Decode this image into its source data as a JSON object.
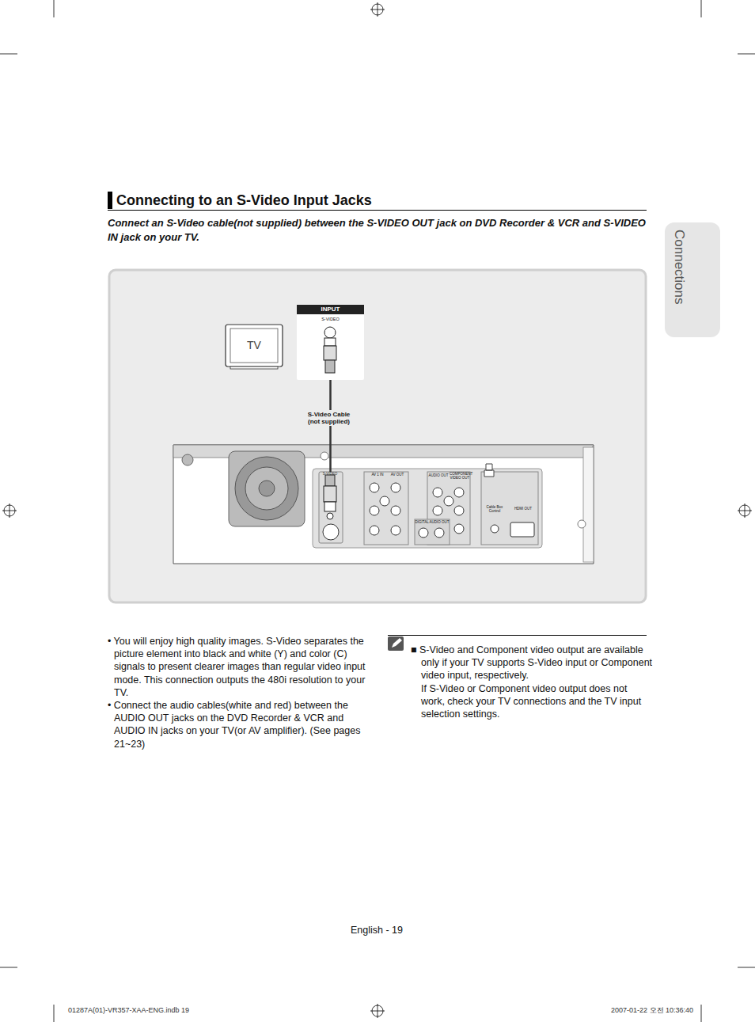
{
  "diagram": {
    "title": "Connecting to an S-Video Input Jacks",
    "nodes": [
      {
        "text": [
          "TV"
        ]
      },
      {
        "text": [
          "INPUT",
          "S-VIDEO"
        ]
      },
      {
        "text": [
          "S-VIDEO"
        ]
      }
    ],
    "edges": [
      {
        "from": 1,
        "to": 2,
        "arrow": "none",
        "label": "S-Video Cable (not supplied)"
      }
    ],
    "labels": [
      "Connect an S-Video cable(not supplied) between the S-VIDEO OUT jack on DVD Recorder & VCR and S-VIDEO IN jack on your TV.",
      "Connections",
      "AV 1 IN",
      "AV OUT",
      "AUDIO OUT",
      "COMPONENT VIDEO OUT",
      "DIGITAL AUDIO OUT",
      "Cable Box Control",
      "HDMI OUT",
      "• You will enjoy high quality images. S-Video separates the picture element into black and white (Y) and color (C) signals to present clearer images than regular video input mode. This connection outputs the 480i resolution to your TV.",
      "• Connect the audio cables(white and red) between the AUDIO OUT jacks on the DVD Recorder & VCR and AUDIO IN jacks on your TV(or AV amplifier). (See pages 21~23)",
      "■ S-Video and Component video output are available only if your TV supports S-Video input or Component video input, respectively.",
      "If S-Video or Component video output does not work, check your TV connections and the TV input selection settings.",
      "English - 19",
      "01287A(01)-VR357-XAA-ENG.indb   19",
      "2007-01-22   오전 10:36:40"
    ]
  }
}
